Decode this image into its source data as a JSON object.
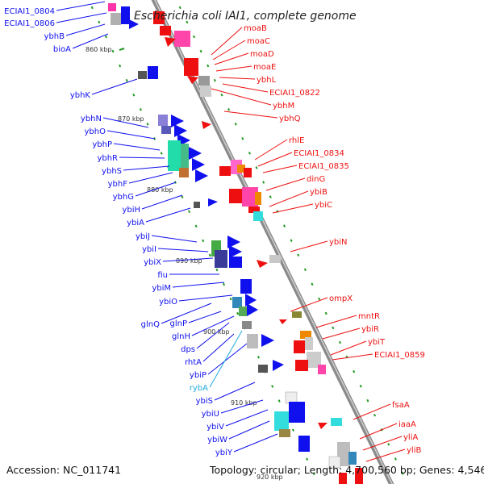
{
  "title": "Escherichia coli IAI1, complete genome",
  "accession": "Accession: NC_011741",
  "topology": "Topology: circular; Length: 4,700,560 bp; Genes: 4,546",
  "colors": {
    "left_gene": "#1010ee",
    "right_gene": "#ee1010",
    "rna_gene": "#22aadd",
    "backbone": "#9a9a9a",
    "tick": "#229922"
  },
  "ticks": [
    {
      "label": "860 kbp"
    },
    {
      "label": "870 kbp"
    },
    {
      "label": "880 kbp"
    },
    {
      "label": "890 kbp"
    },
    {
      "label": "900 kbp"
    },
    {
      "label": "910 kbp"
    },
    {
      "label": "920 kbp"
    }
  ],
  "left_labels": [
    {
      "text": "ECIAI1_0804",
      "type": "cds"
    },
    {
      "text": "ECIAI1_0806",
      "type": "cds"
    },
    {
      "text": "ybhB",
      "type": "cds"
    },
    {
      "text": "bioA",
      "type": "cds"
    },
    {
      "text": "ybhK",
      "type": "cds"
    },
    {
      "text": "ybhN",
      "type": "cds"
    },
    {
      "text": "ybhO",
      "type": "cds"
    },
    {
      "text": "ybhP",
      "type": "cds"
    },
    {
      "text": "ybhR",
      "type": "cds"
    },
    {
      "text": "ybhS",
      "type": "cds"
    },
    {
      "text": "ybhF",
      "type": "cds"
    },
    {
      "text": "ybhG",
      "type": "cds"
    },
    {
      "text": "ybiH",
      "type": "cds"
    },
    {
      "text": "ybiA",
      "type": "cds"
    },
    {
      "text": "ybiJ",
      "type": "cds"
    },
    {
      "text": "ybiI",
      "type": "cds"
    },
    {
      "text": "ybiX",
      "type": "cds"
    },
    {
      "text": "fiu",
      "type": "cds"
    },
    {
      "text": "ybiM",
      "type": "cds"
    },
    {
      "text": "ybiO",
      "type": "cds"
    },
    {
      "text": "glnQ",
      "type": "cds"
    },
    {
      "text": "glnP",
      "type": "cds"
    },
    {
      "text": "glnH",
      "type": "cds"
    },
    {
      "text": "dps",
      "type": "cds"
    },
    {
      "text": "rhtA",
      "type": "cds"
    },
    {
      "text": "ybiP",
      "type": "cds"
    },
    {
      "text": "rybA",
      "type": "rna"
    },
    {
      "text": "ybiS",
      "type": "cds"
    },
    {
      "text": "ybiU",
      "type": "cds"
    },
    {
      "text": "ybiV",
      "type": "cds"
    },
    {
      "text": "ybiW",
      "type": "cds"
    },
    {
      "text": "ybiY",
      "type": "cds"
    }
  ],
  "right_labels": [
    {
      "text": "moaB"
    },
    {
      "text": "moaC"
    },
    {
      "text": "moaD"
    },
    {
      "text": "moaE"
    },
    {
      "text": "ybhL"
    },
    {
      "text": "ECIAI1_0822"
    },
    {
      "text": "ybhM"
    },
    {
      "text": "ybhQ"
    },
    {
      "text": "rhlE"
    },
    {
      "text": "ECIAI1_0834"
    },
    {
      "text": "ECIAI1_0835"
    },
    {
      "text": "dinG"
    },
    {
      "text": "ybiB"
    },
    {
      "text": "ybiC"
    },
    {
      "text": "ybiN"
    },
    {
      "text": "ompX"
    },
    {
      "text": "mntR"
    },
    {
      "text": "ybiR"
    },
    {
      "text": "ybiT"
    },
    {
      "text": "ECIAI1_0859"
    },
    {
      "text": "fsaA"
    },
    {
      "text": "iaaA"
    },
    {
      "text": "yliA"
    },
    {
      "text": "yliB"
    }
  ]
}
